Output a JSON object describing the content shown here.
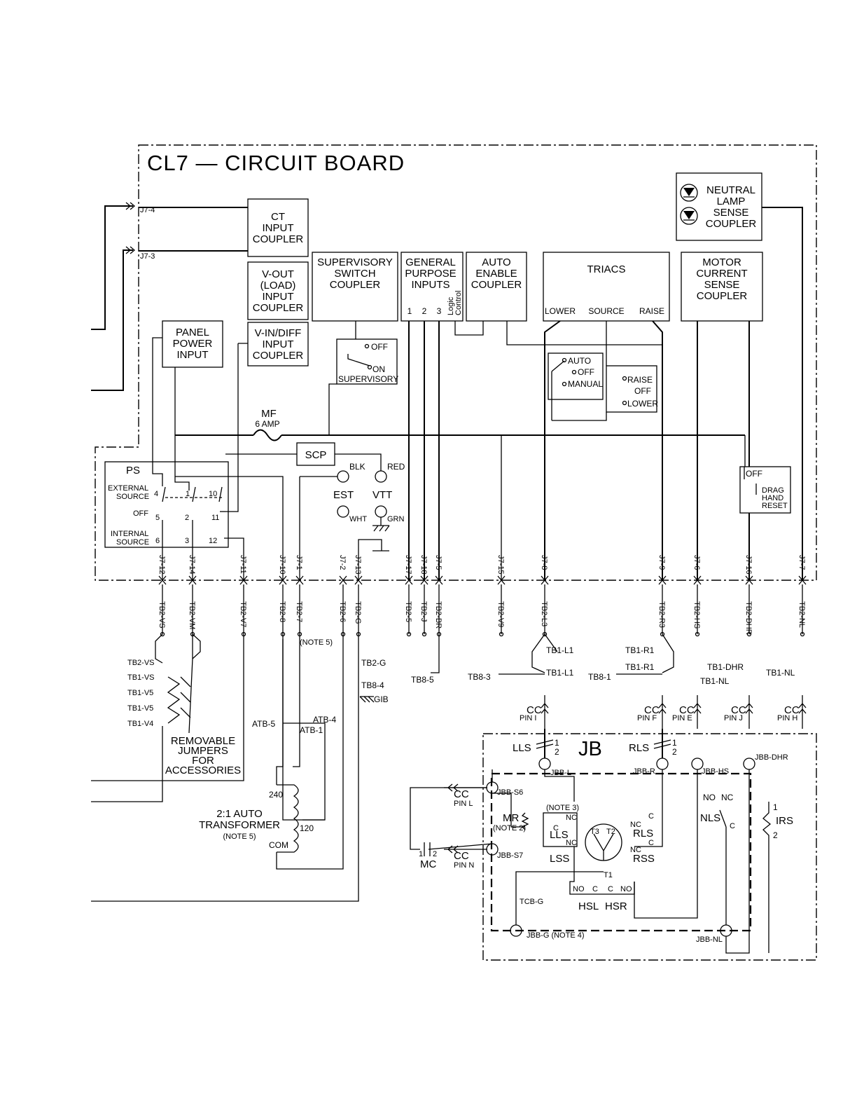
{
  "board": {
    "title": "CL7  —  CIRCUIT  BOARD"
  },
  "blocks": {
    "ct": [
      "CT",
      "INPUT",
      "COUPLER"
    ],
    "vout": [
      "V-OUT",
      "(LOAD)",
      "INPUT",
      "COUPLER"
    ],
    "vin": [
      "V-IN/DIFF",
      "INPUT",
      "COUPLER"
    ],
    "panel": [
      "PANEL",
      "POWER",
      "INPUT"
    ],
    "supervisory": [
      "SUPERVISORY",
      "SWITCH",
      "COUPLER"
    ],
    "general": [
      "GENERAL",
      "PURPOSE",
      "INPUTS"
    ],
    "general_pins": [
      "1",
      "2",
      "3"
    ],
    "logic": [
      "Logic",
      "Control"
    ],
    "auto": [
      "AUTO",
      "ENABLE",
      "COUPLER"
    ],
    "triacs": {
      "title": "TRIACS",
      "pins": [
        "LOWER",
        "SOURCE",
        "RAISE"
      ]
    },
    "motor": [
      "MOTOR",
      "CURRENT",
      "SENSE",
      "COUPLER"
    ],
    "neutral": [
      "NEUTRAL",
      "LAMP",
      "SENSE",
      "COUPLER"
    ]
  },
  "switches": {
    "supervisory": [
      "OFF",
      "ON",
      "SUPERVISORY"
    ],
    "mode": [
      "AUTO",
      "OFF",
      "MANUAL"
    ],
    "raise_lower": [
      "RAISE",
      "OFF",
      "LOWER"
    ],
    "drag": [
      "OFF",
      "DRAG",
      "HAND",
      "RESET"
    ]
  },
  "fuse": {
    "name": "MF",
    "rating": "6  AMP"
  },
  "scp": "SCP",
  "ps": {
    "title": "PS",
    "labels": [
      "EXTERNAL",
      "SOURCE",
      "OFF",
      "INTERNAL",
      "SOURCE"
    ],
    "pins": [
      "4",
      "1",
      "10",
      "5",
      "2",
      "11",
      "6",
      "3",
      "12"
    ]
  },
  "terminals": {
    "blk": "BLK",
    "red": "RED",
    "est": "EST",
    "vtt": "VTT",
    "wht": "WHT",
    "grn": "GRN"
  },
  "inputs": {
    "j74": "J7-4",
    "j73": "J7-3"
  },
  "j7_connectors": [
    "J7-12",
    "J7-14",
    "J7-11",
    "J7-10",
    "J7-1",
    "J7-2",
    "J7-13",
    "J7-17",
    "J7-18",
    "J7-5",
    "J7-15",
    "J7-8",
    "J7-9",
    "J7-6",
    "J7-16",
    "J7-7"
  ],
  "tb2_labels": [
    "TB2-VS",
    "TB2-VM",
    "TB2-V7",
    "TB2-8",
    "TB2-7",
    "TB2-6",
    "TB2-G",
    "TB2-5",
    "TB2-J",
    "TB2-BR",
    "TB2-V9",
    "TB2-L3",
    "TB2-R3",
    "TB2-HS",
    "TB2-DHR",
    "TB2-NL"
  ],
  "jumpers": {
    "labels": [
      "TB2-VS",
      "TB1-VS",
      "TB1-V5",
      "TB1-V5",
      "TB1-V4"
    ],
    "caption": [
      "REMOVABLE",
      "JUMPERS",
      "FOR",
      "ACCESSORIES"
    ]
  },
  "labels": {
    "note5": "(NOTE 5)",
    "tb2g": "TB2-G",
    "tb84": "TB8-4",
    "gib": "GIB",
    "tb85": "TB8-5",
    "tb83": "TB8-3",
    "tb81": "TB8-1",
    "tb1l1a": "TB1-L1",
    "tb1l1b": "TB1-L1",
    "tb1r1a": "TB1-R1",
    "tb1r1b": "TB1-R1",
    "tb1dhr": "TB1-DHR",
    "tb1nl_a": "TB1-NL",
    "tb1nl_b": "TB1-NL",
    "atb5": "ATB-5",
    "atb4": "ATB-4",
    "atb1": "ATB-1"
  },
  "transformer": {
    "taps": [
      "240",
      "120",
      "COM"
    ],
    "title": [
      "2:1  AUTO",
      "TRANSFORMER"
    ],
    "note": "(NOTE 5)"
  },
  "cc_pins": [
    {
      "cc": "CC",
      "pin": "PIN I"
    },
    {
      "cc": "CC",
      "pin": "PIN F"
    },
    {
      "cc": "CC",
      "pin": "PIN E"
    },
    {
      "cc": "CC",
      "pin": "PIN J"
    },
    {
      "cc": "CC",
      "pin": "PIN H"
    },
    {
      "cc": "CC",
      "pin": "PIN L"
    },
    {
      "cc": "CC",
      "pin": "PIN N"
    }
  ],
  "jb": {
    "title": "JB",
    "lls": "LLS",
    "rls": "RLS",
    "half1": "1",
    "half2": "2",
    "half3": "1",
    "half4": "2",
    "nodes": [
      "JBB-L",
      "JBB-R",
      "JBB-HS",
      "JBB-DHR",
      "JBB-S6",
      "JBB-S7",
      "TCB-G",
      "JBB-G  (NOTE 4)",
      "JBB-NL"
    ],
    "mr": "MR",
    "mr_note": "(NOTE 2)",
    "note3": "(NOTE 3)",
    "lls2": "LLS",
    "lss": "LSS",
    "rls2": "RLS",
    "rss": "RSS",
    "nc": "NC",
    "c": "C",
    "no": "NO",
    "t1": "T1",
    "t2": "T2",
    "t3": "T3",
    "hsl": "HSL",
    "hsr": "HSR",
    "nls": "NLS",
    "irs": "IRS",
    "mc": "MC",
    "one": "1",
    "two": "2"
  }
}
